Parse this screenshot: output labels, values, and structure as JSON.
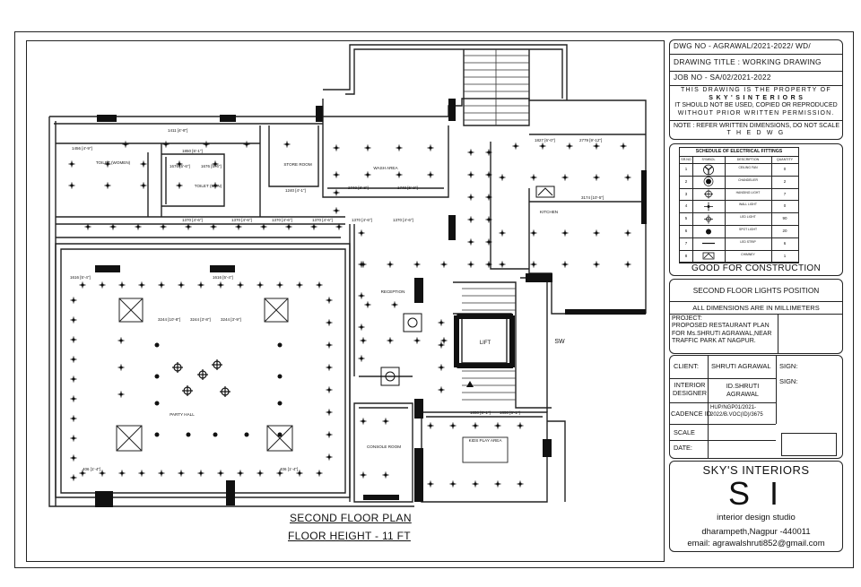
{
  "drawing": {
    "plan_title": "SECOND FLOOR PLAN",
    "floor_height": "FLOOR HEIGHT - 11 FT",
    "rooms": {
      "toilet_women": "TOILET (WOMEN)",
      "toilet_men": "TOILET (MEN)",
      "store_room": "STORE ROOM",
      "wash_area": "WASH AREA",
      "kitchen": "KITCHEN",
      "reception": "RECEPTION",
      "lift": "LIFT",
      "sw": "SW",
      "party_hall": "PARTY HALL",
      "console_room": "CONSOLE ROOM",
      "kids_play_area": "KIDS PLAY AREA"
    },
    "dimensions": {
      "d1": "1370 [4'-6\"]",
      "d2": "1676 [5'-6\"]",
      "d3": "1740 [5'-9\"]",
      "d4": "2740 [8'-8\"]",
      "d5": "3174 [10'-5\"]",
      "d6": "1827 [6'-0\"]",
      "d7": "2779 [9'-12\"]",
      "d8": "3244 [10'-8\"]",
      "d9": "3244 [3'-8\"]",
      "d10": "3244 [3'-9\"]",
      "d11": "406 [1'-4\"]",
      "d12": "1616 [5'-4\"]",
      "d13": "1650 [5'-5\"]",
      "d14": "1850 [6'-1\"]",
      "d15": "1240 [4'-1\"]",
      "d16": "1456 [4'-9\"]",
      "d17": "1411 [4'-8\"]"
    }
  },
  "title_block": {
    "dwg_no": "DWG NO - AGRAWAL/2021-2022/ WD/",
    "drawing_title": "DRAWING TITLE :  WORKING DRAWING",
    "job_no": "JOB NO - SA/02/2021-2022",
    "property_notice": [
      "THIS DRAWING IS THE PROPERTY OF",
      "S K Y ' S    I N T E R I O R S",
      "IT SHOULD NOT BE USED, COPIED OR REPRODUCED",
      "WITHOUT PRIOR WRITTEN PERMISSION."
    ],
    "note": "NOTE : REFER WRITTEN DIMENSIONS, DO NOT SCALE",
    "note_2": "T  H  E     D  W  G",
    "schedule": {
      "title": "SCHEDULE OF ELECTRICAL FITTINGS",
      "headers": [
        "SR.NO",
        "SYMBOL",
        "DESCRIPTION",
        "QUANTITY"
      ],
      "rows": [
        {
          "sr": "1",
          "icon": "ceiling-fan-icon",
          "desc": "CEILING FAN",
          "qty": "0"
        },
        {
          "sr": "2",
          "icon": "chandelier-icon",
          "desc": "CHANDELIER",
          "qty": "2"
        },
        {
          "sr": "3",
          "icon": "hanging-light-icon",
          "desc": "HANGING LIGHT",
          "qty": "7"
        },
        {
          "sr": "4",
          "icon": "wall-light-icon",
          "desc": "WALL LIGHT",
          "qty": "0"
        },
        {
          "sr": "5",
          "icon": "led-light-icon",
          "desc": "LED LIGHT",
          "qty": "90"
        },
        {
          "sr": "6",
          "icon": "spot-light-icon",
          "desc": "SPOT LIGHT",
          "qty": "20"
        },
        {
          "sr": "7",
          "icon": "led-strip-icon",
          "desc": "LED STRIP",
          "qty": "6"
        },
        {
          "sr": "8",
          "icon": "chimney-icon",
          "desc": "CHIMNEY",
          "qty": "1"
        }
      ]
    },
    "good_for_construction": "GOOD FOR CONSTRUCTION",
    "sheet_title": "SECOND FLOOR LIGHTS POSITION",
    "dims_note": "ALL DIMENSIONS ARE IN MILLIMETERS",
    "project_label": "PROJECT:",
    "project_lines": [
      "PROPOSED RESTAURANT PLAN",
      "FOR Ms.SHRUTI AGRAWAL,NEAR",
      "TRAFFIC PARK AT NAGPUR."
    ],
    "client_label": "CLIENT:",
    "client_value": "SHRUTI AGRAWAL",
    "sign_label": "SIGN:",
    "designer_label_1": "INTERIOR",
    "designer_label_2": "DESIGNER",
    "designer_value_1": "ID.SHRUTI",
    "designer_value_2": "AGRAWAL",
    "cadence_label": "CADENCE ID",
    "cadence_value": [
      "HUP/NGP01/2021-",
      "2022/B.VOC(ID)/3675"
    ],
    "scale_label": "SCALE",
    "date_label": "DATE:",
    "studio_name": "SKY'S INTERIORS",
    "studio_logo": "S I",
    "studio_tagline": "interior design studio",
    "studio_address": "dharampeth,Nagpur -440011",
    "studio_email": "email: agrawalshruti852@gmail.com"
  }
}
